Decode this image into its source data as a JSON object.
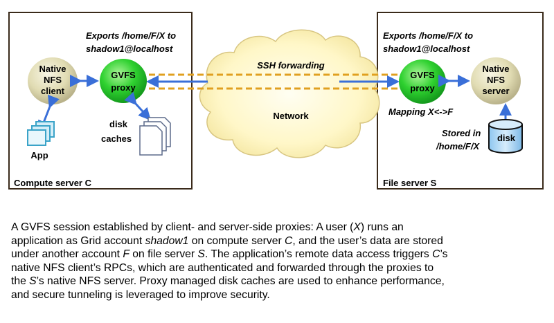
{
  "compute_server": {
    "label": "Compute server C",
    "exports_line1": "Exports /home/F/X to",
    "exports_line2": "shadow1@localhost",
    "nfs_client": [
      "Native",
      "NFS",
      "client"
    ],
    "gvfs_proxy": [
      "GVFS",
      "proxy"
    ],
    "app_label": "App",
    "disk_caches": [
      "disk",
      "caches"
    ]
  },
  "network": {
    "ssh_label": "SSH forwarding",
    "network_label": "Network"
  },
  "file_server": {
    "label": "File server S",
    "exports_line1": "Exports /home/F/X to",
    "exports_line2": "shadow1@localhost",
    "gvfs_proxy": [
      "GVFS",
      "proxy"
    ],
    "nfs_server": [
      "Native",
      "NFS",
      "server"
    ],
    "mapping": "Mapping X<->F",
    "stored_line1": "Stored in",
    "stored_line2": "/home/F/X",
    "disk_label": "disk"
  },
  "caption": {
    "lines": [
      "A GVFS session established by client- and server-side proxies: A user (",
      "X",
      ") runs an",
      "application as Grid account ",
      "shadow1",
      " on compute server ",
      "C",
      ", and the user’s data are stored",
      "under another account ",
      "F",
      " on file server ",
      "S",
      ". The application’s remote data access triggers ",
      "C",
      "’s",
      "native NFS client’s RPCs, which are authenticated and forwarded through the proxies to",
      "the ",
      "S",
      "’s native NFS server. Proxy managed disk caches are used to enhance performance,",
      "and secure tunneling is leveraged to improve security."
    ]
  },
  "colors": {
    "green": "#1fc02a",
    "beige": "#e0dcb4",
    "arrow_blue": "#3a6fd8",
    "tunnel_orange": "#e0a020",
    "cloud": "#fff7c0"
  }
}
